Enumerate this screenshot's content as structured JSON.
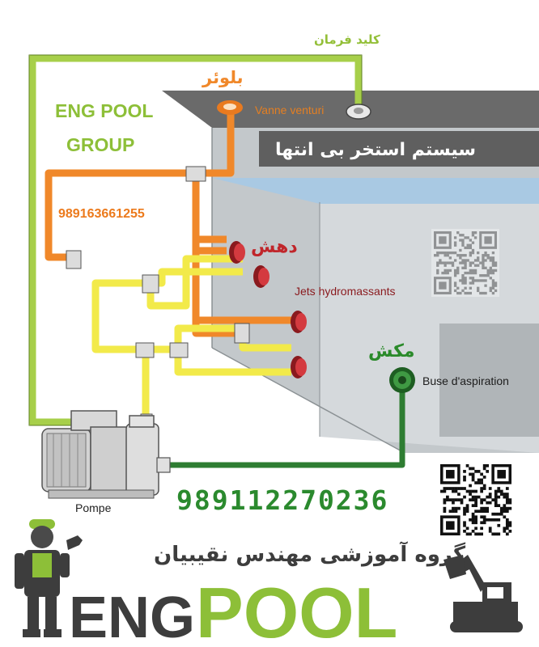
{
  "labels": {
    "control_key": "کلید فرمان",
    "blower": "بلوئر",
    "vanne_venturi": "Vanne venturi",
    "brand_line1": "ENG POOL",
    "brand_line2": "GROUP",
    "system_title": "سیستم استخر بی انتها",
    "phone_1": "989163661255",
    "outlet": "دهش",
    "jets": "Jets hydromassants",
    "suction": "مکش",
    "suction_fr": "Buse d'aspiration",
    "pump": "Pompe",
    "phone_2": "989112270236",
    "group_name": "گروه آموزشی مهندس نقیبیان",
    "logo_eng": "ENG",
    "logo_pool": "POOL"
  },
  "colors": {
    "control_line": "#a7cf4a",
    "blower_line": "#f0882a",
    "pump_line": "#f2ea4a",
    "suction_line": "#2e7d32",
    "nozzle": "#c0262b",
    "pool_side": "#b9bfc3",
    "water": "#a9c9e3",
    "logo_green": "#8dbf38",
    "logo_dark": "#3d3d3d"
  },
  "icons": {
    "qr_top": "qr-code-icon",
    "qr_bottom": "qr-code-icon",
    "worker": "worker-mascot-icon",
    "excavator": "excavator-icon"
  }
}
